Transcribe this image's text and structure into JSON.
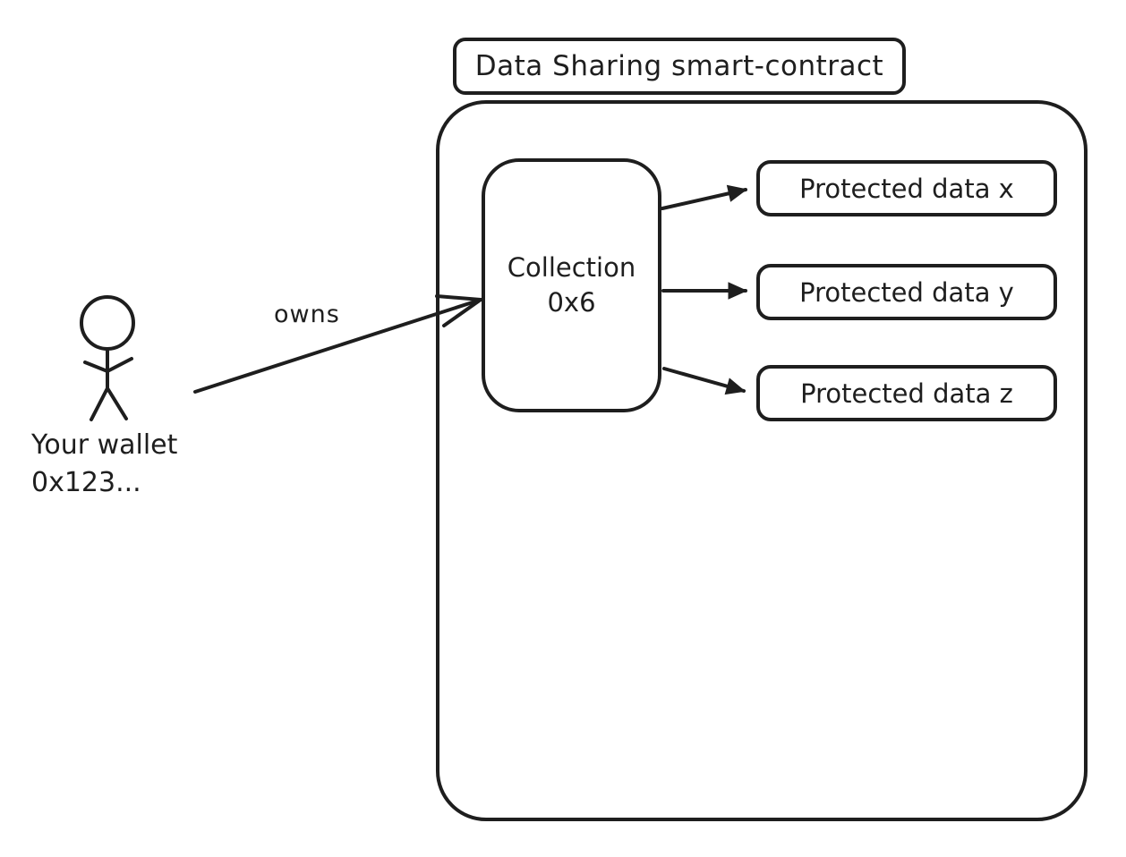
{
  "contract": {
    "title": "Data Sharing smart-contract"
  },
  "actor": {
    "name_line": "Your wallet",
    "address_line": "0x123..."
  },
  "relation": {
    "label": "owns"
  },
  "collection": {
    "title_line": "Collection",
    "id_line": "0x6"
  },
  "protected_data": [
    {
      "label": "Protected data x"
    },
    {
      "label": "Protected data y"
    },
    {
      "label": "Protected data z"
    }
  ],
  "colors": {
    "stroke": "#1e1e1e",
    "background": "#ffffff"
  }
}
